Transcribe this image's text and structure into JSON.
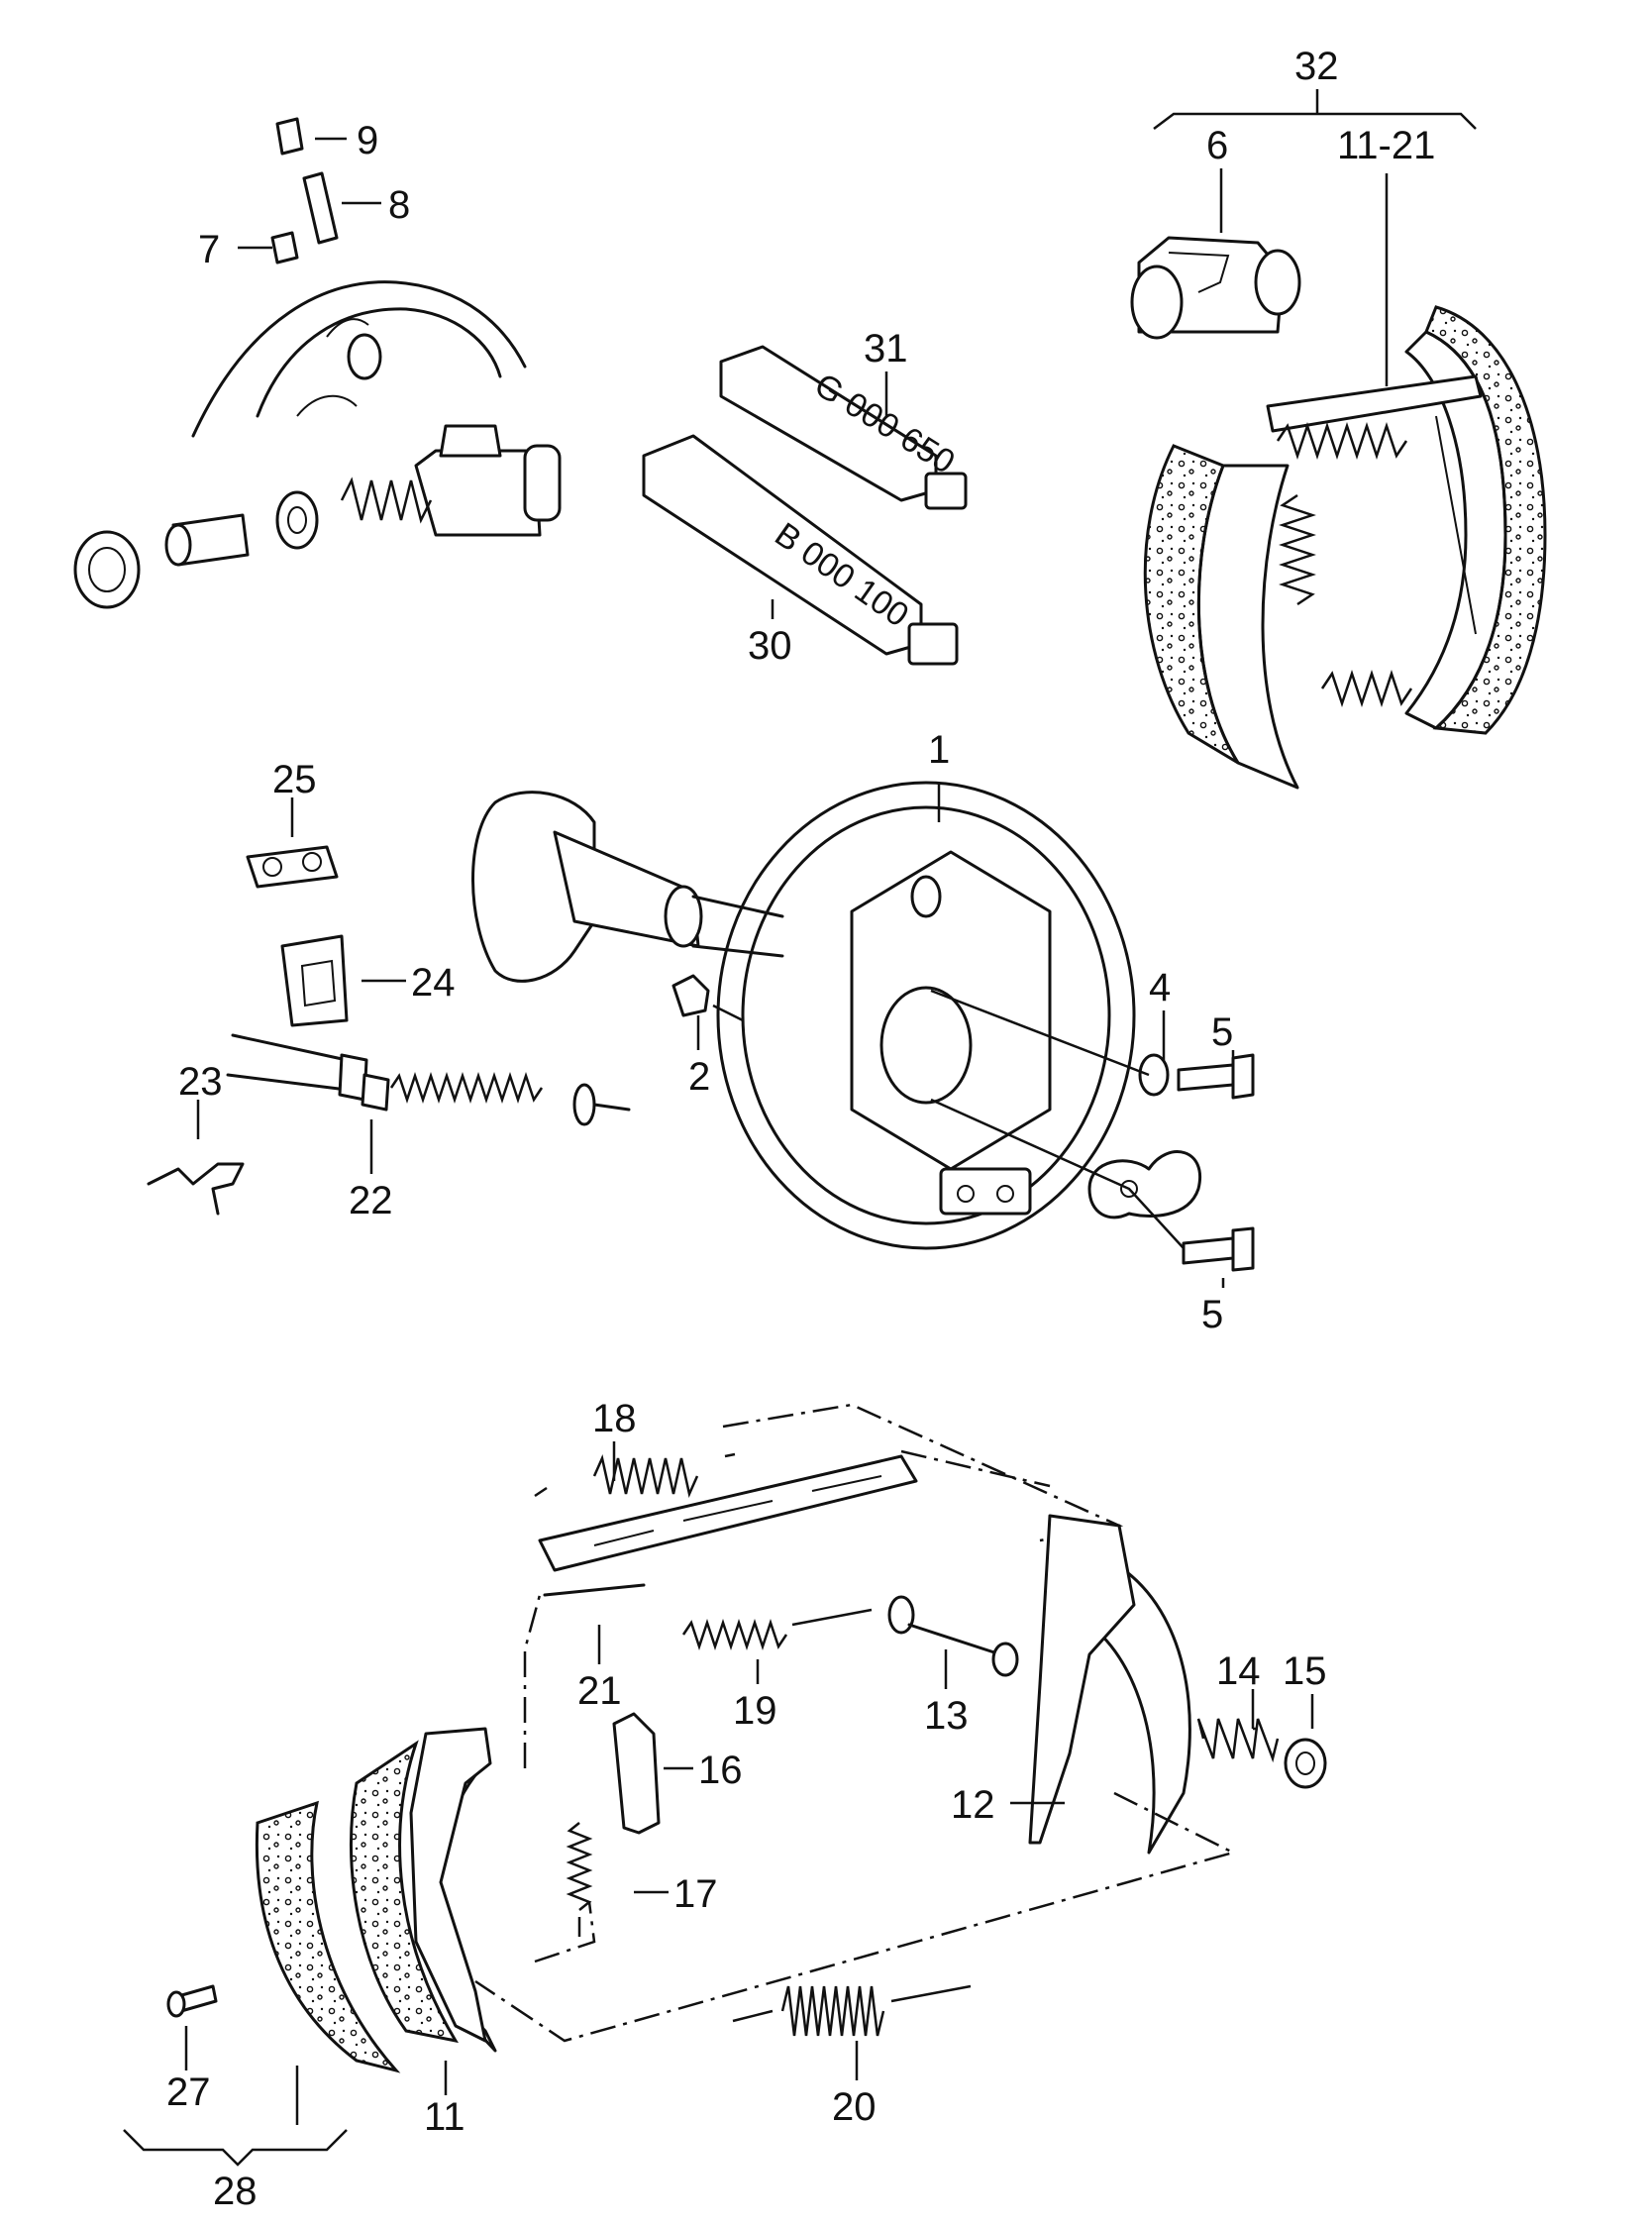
{
  "callouts": {
    "c1": "1",
    "c2": "2",
    "c4": "4",
    "c5a": "5",
    "c5b": "5",
    "c6": "6",
    "c7": "7",
    "c8": "8",
    "c9": "9",
    "c11": "11",
    "c11_21": "11-21",
    "c12": "12",
    "c13": "13",
    "c14": "14",
    "c15": "15",
    "c16": "16",
    "c17": "17",
    "c18": "18",
    "c19": "19",
    "c20": "20",
    "c21": "21",
    "c22": "22",
    "c23": "23",
    "c24": "24",
    "c25": "25",
    "c27": "27",
    "c28": "28",
    "c30": "30",
    "c31": "31",
    "c32": "32"
  },
  "tube_labels": {
    "t30": "B 000 100",
    "t31": "G 000 650"
  }
}
